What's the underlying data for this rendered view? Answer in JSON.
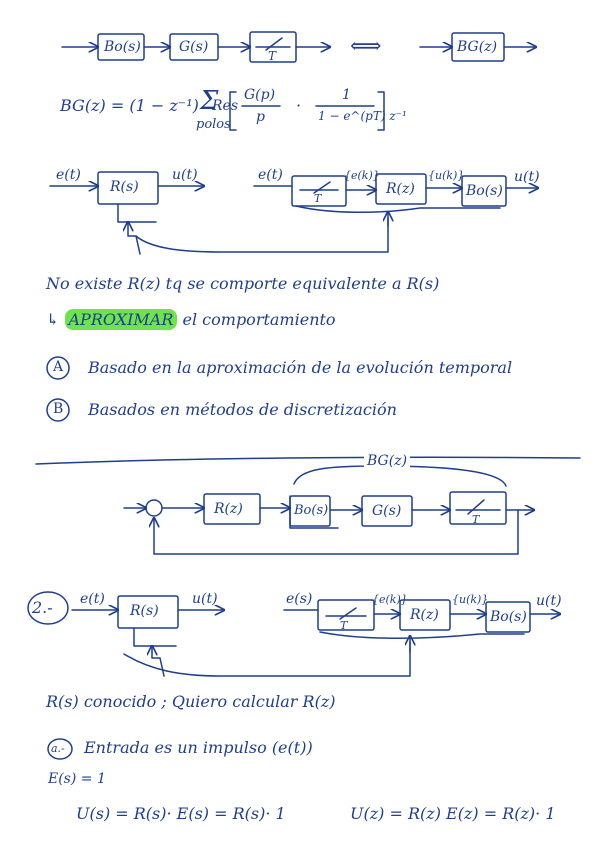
{
  "ink_color": "#1f3e8c",
  "highlight_color": "#6ee34c",
  "top_chain": {
    "blocks": [
      "Bo(s)",
      "G(s)",
      "BG(z)"
    ],
    "sampler_label": "T",
    "equiv_symbol": "⟺"
  },
  "bg_formula": {
    "lhs": "BG(z) = (1 − z⁻¹)",
    "sum_symbol": "Σ",
    "sum_under": "polos",
    "res_label": "Res",
    "frac1_num": "G(p)",
    "frac1_den": "p",
    "dot": "·",
    "frac2_num": "1",
    "frac2_den": "1 − e^(pT) z⁻¹"
  },
  "loop1": {
    "left_input": "e(t)",
    "left_block": "R(s)",
    "left_output": "u(t)",
    "right_input": "e(t)",
    "sampled": "{e(k)}",
    "right_block1": "R(z)",
    "sampled2": "{u(k)}",
    "right_block2": "Bo(s)",
    "right_output": "u(t)",
    "sampler_label": "T"
  },
  "notes1": {
    "line1": "No existe R(z) tq se comporte equivalente a R(s)",
    "line2_arrow": "↳",
    "line2_highlight": "APROXIMAR",
    "line2_rest": "el comportamiento",
    "itemA_letter": "A",
    "itemA_text": "Basado en la aproximación de la evolución temporal",
    "itemB_letter": "B",
    "itemB_text": "Basados en métodos de discretización"
  },
  "loop2": {
    "brace_label": "BG(z)",
    "block1": "R(z)",
    "block2": "Bo(s)",
    "block3": "G(s)",
    "sampler_label": "T"
  },
  "loop3": {
    "number": "2.-",
    "left_input": "e(t)",
    "left_block": "R(s)",
    "left_output": "u(t)",
    "right_input": "e(s)",
    "sampled": "{e(k)}",
    "right_block1": "R(z)",
    "sampled2": "{u(k)}",
    "right_block2": "Bo(s)",
    "right_output": "u(t)",
    "sampler_label": "T"
  },
  "notes2": {
    "line1": "R(s) conocido ;   Quiero calcular   R(z)",
    "item_a_letter": "a.-",
    "item_a_text": "Entrada es un impulso (e(t))",
    "eq1": "E(s) = 1",
    "eq2": "U(s) = R(s)· E(s) = R(s)· 1",
    "eq3": "U(z) = R(z) E(z) = R(z)· 1"
  }
}
